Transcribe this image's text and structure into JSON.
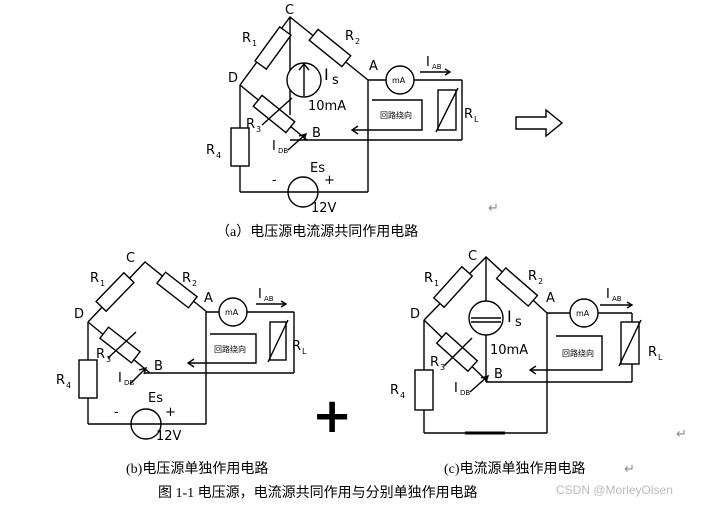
{
  "colors": {
    "stroke": "#000000",
    "watermark": "#bbbbbb",
    "return_mark": "#888888"
  },
  "circuit_a": {
    "node_c": "C",
    "node_d": "D",
    "node_a": "A",
    "node_b": "B",
    "r1": "R",
    "r1_sub": "1",
    "r2": "R",
    "r2_sub": "2",
    "r3": "R",
    "r3_sub": "3",
    "r4": "R",
    "r4_sub": "4",
    "rl": "R",
    "rl_sub": "L",
    "is": "I",
    "is_sub": "s",
    "is_value": "10mA",
    "ma": "mA",
    "iab": "I",
    "iab_sub": "AB",
    "idb": "I",
    "idb_sub": "DB",
    "es": "Es",
    "es_value": "12V",
    "plus": "+",
    "minus": "-",
    "loop": "回路绕向",
    "caption": "（a）电压源电流源共同作用电路"
  },
  "circuit_b": {
    "node_c": "C",
    "node_d": "D",
    "node_a": "A",
    "node_b": "B",
    "r1": "R",
    "r1_sub": "1",
    "r2": "R",
    "r2_sub": "2",
    "r3": "R",
    "r3_sub": "3",
    "r4": "R",
    "r4_sub": "4",
    "rl": "R",
    "rl_sub": "L",
    "ma": "mA",
    "iab": "I",
    "iab_sub": "AB",
    "idb": "I",
    "idb_sub": "DB",
    "es": "Es",
    "es_value": "12V",
    "plus": "+",
    "minus": "-",
    "loop": "回路绕向",
    "caption": "(b)电压源单独作用电路"
  },
  "circuit_c": {
    "node_c": "C",
    "node_d": "D",
    "node_a": "A",
    "node_b": "B",
    "r1": "R",
    "r1_sub": "1",
    "r2": "R",
    "r2_sub": "2",
    "r3": "R",
    "r3_sub": "3",
    "r4": "R",
    "r4_sub": "4",
    "rl": "R",
    "rl_sub": "L",
    "is": "I",
    "is_sub": "s",
    "is_value": "10mA",
    "ma": "mA",
    "iab": "I",
    "iab_sub": "AB",
    "idb": "I",
    "idb_sub": "DB",
    "loop": "回路绕向",
    "caption": "(c)电流源单独作用电路"
  },
  "plus_sign": "+",
  "figure_caption": "图 1-1  电压源，电流源共同作用与分别单独作用电路",
  "watermark": "CSDN @MorleyOlsen",
  "return_marks": [
    "↵",
    "↵",
    "↵"
  ]
}
